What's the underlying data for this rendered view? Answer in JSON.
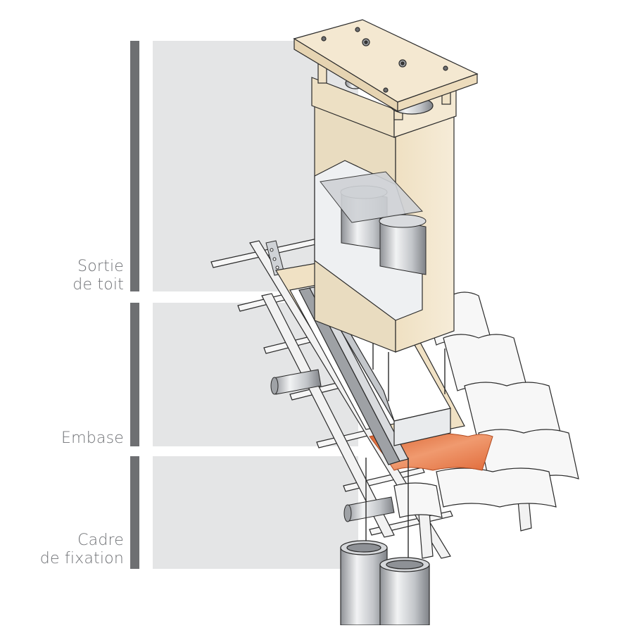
{
  "sections": [
    {
      "id": "sortie",
      "lines": [
        "Sortie",
        "de toit"
      ]
    },
    {
      "id": "embase",
      "lines": [
        "Embase"
      ]
    },
    {
      "id": "cadre",
      "lines": [
        "Cadre",
        "de fixation"
      ]
    }
  ],
  "colors": {
    "bracket": "#6e6f72",
    "band": "#e4e5e6",
    "cream": "#f3e6cc",
    "cream_dark": "#e7d3ad",
    "metal": "#c9ccd0",
    "metal_dark": "#8e9196",
    "tile_white": "#f7f7f7",
    "tile_outline": "#2a2a2a",
    "tile_orange": "#e57b4e",
    "wood": "#f4f4f4"
  },
  "icons": [
    "roof-outlet-cap",
    "chimney-stack",
    "flue-pipes",
    "base-flashing",
    "fixing-frame",
    "roof-tiles",
    "roof-battens"
  ]
}
